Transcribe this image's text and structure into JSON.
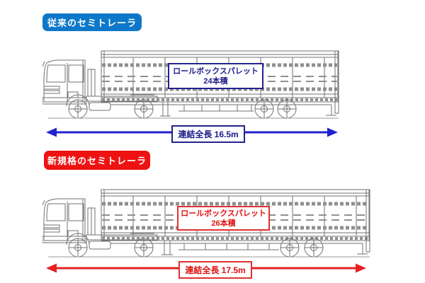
{
  "conventional": {
    "badge": "従来のセミトレーラ",
    "cargo_line1": "ロールボックスパレット",
    "cargo_line2": "24本積",
    "length_label": "連結全長 16.5m"
  },
  "new_standard": {
    "badge": "新規格のセミトレーラ",
    "cargo_line1": "ロールボックスパレット",
    "cargo_line2": "26本積",
    "length_label": "連結全長 17.5m"
  },
  "colors": {
    "conventional_badge_bg": "#0d78c9",
    "conventional_text": "#1b1b8a",
    "conventional_arrow": "#2222cc",
    "new_badge_bg": "#ee1212",
    "new_text": "#e01010",
    "new_arrow": "#e62222",
    "drawing_line": "#707070"
  }
}
